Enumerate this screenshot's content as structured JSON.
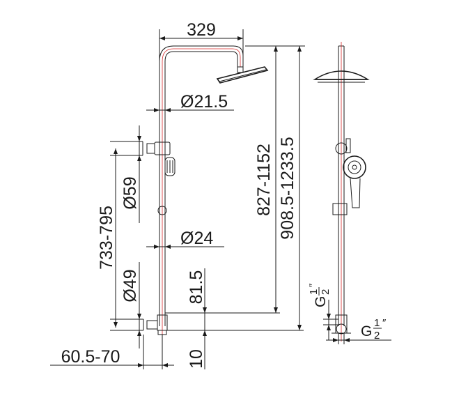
{
  "dimensions": {
    "top_width": "329",
    "tube_upper_diameter": "Ø21.5",
    "knob_diameter": "Ø59",
    "tube_lower_diameter": "Ø24",
    "height_range_inner": "827-1152",
    "height_range_outer": "908.5-1233.5",
    "holder_range": "733-795",
    "outlet_diameter": "Ø49",
    "lower_offset": "81.5",
    "wall_offset": "60.5-70",
    "base_gap": "10"
  },
  "side_view": {
    "thread_upper": {
      "prefix": "G",
      "num": "1",
      "den": "2",
      "unit": "″"
    },
    "thread_lower": {
      "prefix": "G",
      "num": "1",
      "den": "2",
      "unit": "″"
    }
  },
  "colors": {
    "line": "#1a1a1a",
    "centerline": "#d62728"
  }
}
